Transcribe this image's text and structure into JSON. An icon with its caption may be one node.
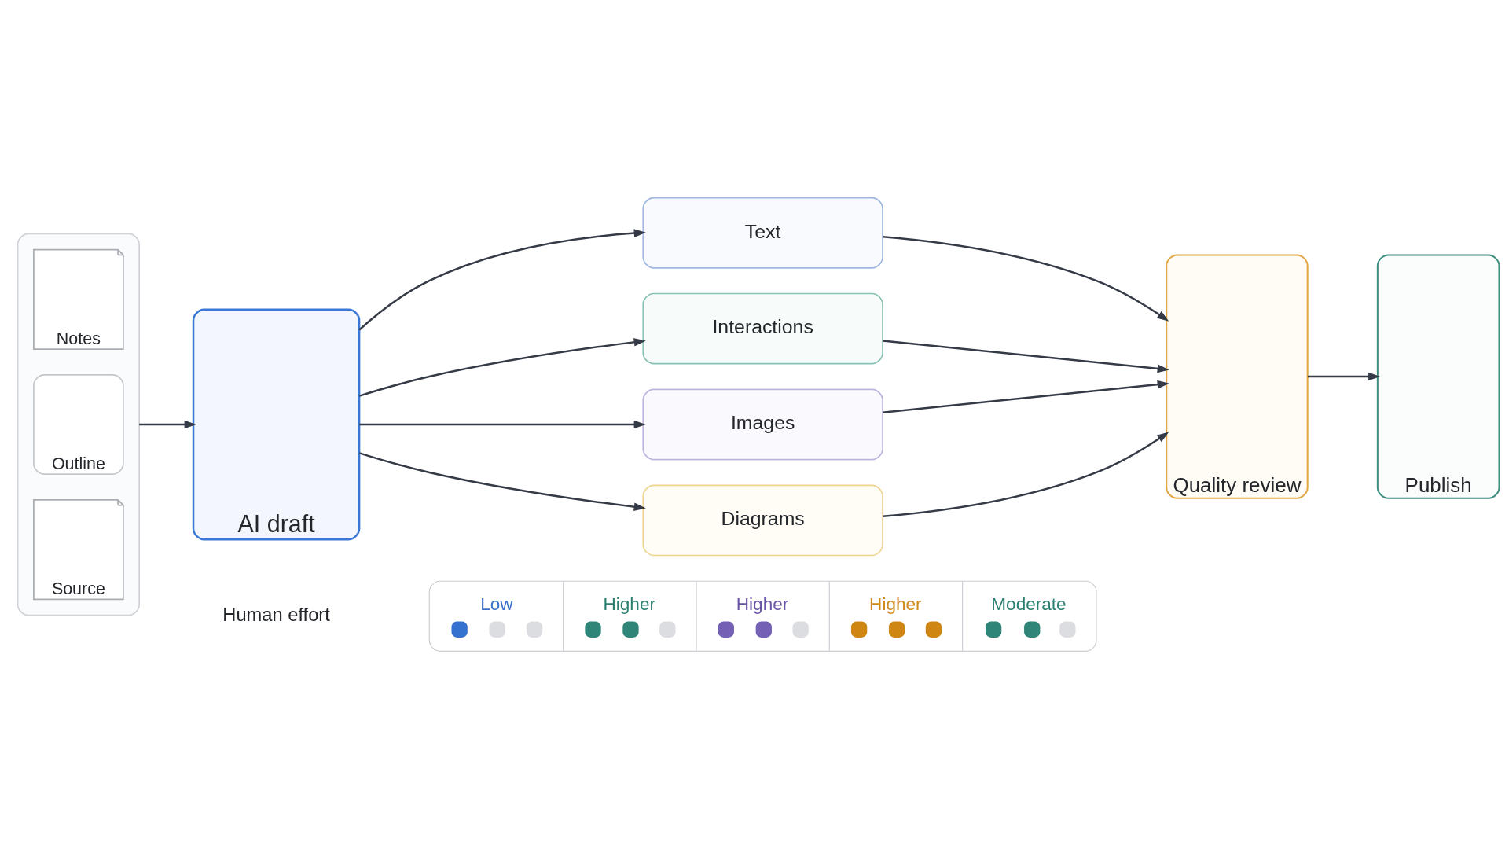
{
  "diagram": {
    "nodes": [
      {
        "text": [],
        "shape": "box"
      },
      {
        "text": [
          "Notes"
        ],
        "in": 0
      },
      {
        "text": [
          "Outline"
        ],
        "in": 0
      },
      {
        "text": [
          "Source"
        ],
        "in": 0
      },
      {
        "text": [
          "AI draft"
        ]
      },
      {
        "text": [
          "Text"
        ]
      },
      {
        "text": [
          "Interactions"
        ]
      },
      {
        "text": [
          "Images"
        ]
      },
      {
        "text": [
          "Diagrams"
        ]
      },
      {
        "text": [
          "Quality review"
        ]
      },
      {
        "text": [
          "Publish"
        ]
      },
      {
        "text": [
          "Low",
          "Higher",
          "Higher",
          "Higher",
          "Moderate"
        ]
      }
    ],
    "edges": [
      {
        "from": 0,
        "to": 4,
        "arrow": "to"
      },
      {
        "from": 4,
        "to": 5,
        "arrow": "to"
      },
      {
        "from": 4,
        "to": 6,
        "arrow": "to"
      },
      {
        "from": 4,
        "to": 7,
        "arrow": "to"
      },
      {
        "from": 4,
        "to": 8,
        "arrow": "to"
      },
      {
        "from": 5,
        "to": 9,
        "arrow": "to"
      },
      {
        "from": 6,
        "to": 9,
        "arrow": "to"
      },
      {
        "from": 7,
        "to": 9,
        "arrow": "to"
      },
      {
        "from": 8,
        "to": 9,
        "arrow": "to"
      },
      {
        "from": 9,
        "to": 10,
        "arrow": "to"
      }
    ],
    "labels": [
      "Human effort"
    ]
  }
}
